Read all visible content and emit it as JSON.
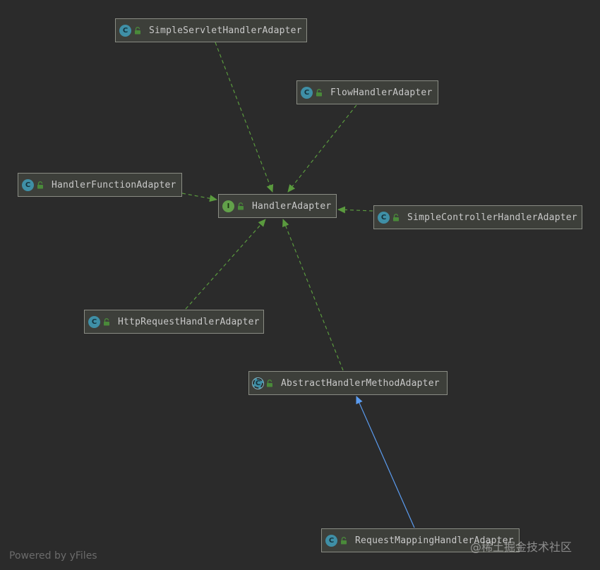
{
  "diagram": {
    "nodes": [
      {
        "id": "simpleServlet",
        "kind": "class",
        "label": "SimpleServletHandlerAdapter"
      },
      {
        "id": "flow",
        "kind": "class",
        "label": "FlowHandlerAdapter"
      },
      {
        "id": "handlerFunction",
        "kind": "class",
        "label": "HandlerFunctionAdapter"
      },
      {
        "id": "handlerAdapter",
        "kind": "interface",
        "label": "HandlerAdapter"
      },
      {
        "id": "simpleController",
        "kind": "class",
        "label": "SimpleControllerHandlerAdapter"
      },
      {
        "id": "httpRequest",
        "kind": "class",
        "label": "HttpRequestHandlerAdapter"
      },
      {
        "id": "abstractMethod",
        "kind": "abstract",
        "label": "AbstractHandlerMethodAdapter"
      },
      {
        "id": "requestMapping",
        "kind": "class",
        "label": "RequestMappingHandlerAdapter"
      }
    ],
    "edges": [
      {
        "from": "simpleServlet",
        "to": "handlerAdapter",
        "type": "implements"
      },
      {
        "from": "flow",
        "to": "handlerAdapter",
        "type": "implements"
      },
      {
        "from": "handlerFunction",
        "to": "handlerAdapter",
        "type": "implements"
      },
      {
        "from": "simpleController",
        "to": "handlerAdapter",
        "type": "implements"
      },
      {
        "from": "httpRequest",
        "to": "handlerAdapter",
        "type": "implements"
      },
      {
        "from": "abstractMethod",
        "to": "handlerAdapter",
        "type": "implements"
      },
      {
        "from": "requestMapping",
        "to": "abstractMethod",
        "type": "extends"
      }
    ],
    "colors": {
      "implements": "#5a9a3e",
      "extends": "#5b9cf0",
      "class_icon": "#3f8fa6",
      "interface_icon": "#62a14a",
      "lock": "#4a8a3a"
    },
    "icon_letters": {
      "class": "C",
      "interface": "I",
      "abstract": "C"
    }
  },
  "footer": {
    "text": "Powered by yFiles"
  },
  "watermark": {
    "text": "@稀土掘金技术社区"
  }
}
